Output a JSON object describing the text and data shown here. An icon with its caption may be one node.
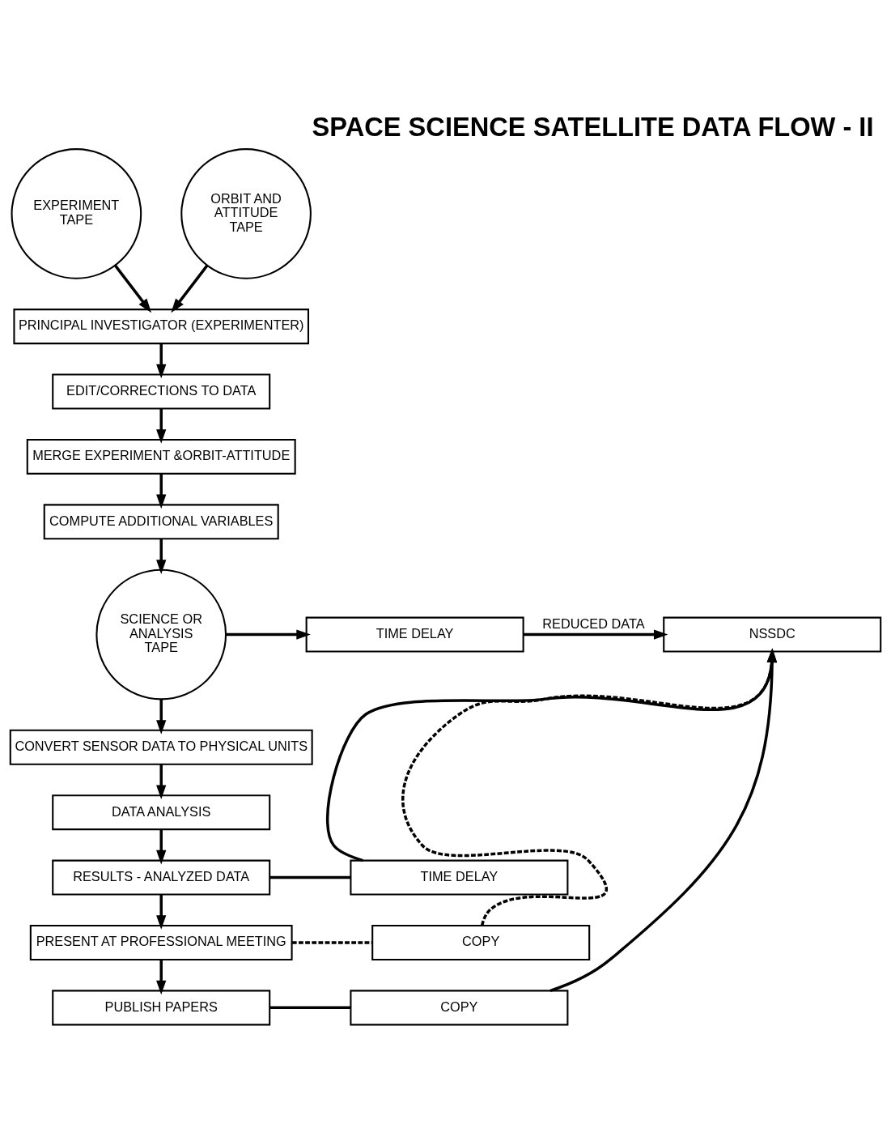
{
  "diagram": {
    "title": "SPACE SCIENCE SATELLITE DATA FLOW - II",
    "nodes": [
      {
        "text": [
          "EXPERIMENT TAPE"
        ]
      },
      {
        "text": [
          "ORBIT AND ATTITUDE TAPE"
        ]
      },
      {
        "text": [
          "PRINCIPAL INVESTIGATOR (EXPERIMENTER)"
        ]
      },
      {
        "text": [
          "EDIT/CORRECTIONS TO DATA"
        ]
      },
      {
        "text": [
          "MERGE EXPERIMENT &ORBIT-ATTITUDE"
        ]
      },
      {
        "text": [
          "COMPUTE ADDITIONAL VARIABLES"
        ]
      },
      {
        "text": [
          "SCIENCE OR ANALYSIS TAPE"
        ]
      },
      {
        "text": [
          "TIME DELAY"
        ]
      },
      {
        "text": [
          "NSSDC"
        ]
      },
      {
        "text": [
          "CONVERT SENSOR DATA TO PHYSICAL UNITS"
        ]
      },
      {
        "text": [
          "DATA ANALYSIS"
        ]
      },
      {
        "text": [
          "RESULTS - ANALYZED DATA"
        ]
      },
      {
        "text": [
          "TIME DELAY"
        ]
      },
      {
        "text": [
          "PRESENT AT PROFESSIONAL MEETING"
        ]
      },
      {
        "text": [
          "COPY"
        ]
      },
      {
        "text": [
          "PUBLISH PAPERS"
        ]
      },
      {
        "text": [
          "COPY"
        ]
      }
    ],
    "edges": [
      {
        "from": 0,
        "to": 2,
        "arrow": "to"
      },
      {
        "from": 1,
        "to": 2,
        "arrow": "to"
      },
      {
        "from": 2,
        "to": 3,
        "arrow": "to"
      },
      {
        "from": 3,
        "to": 4,
        "arrow": "to"
      },
      {
        "from": 4,
        "to": 5,
        "arrow": "to"
      },
      {
        "from": 5,
        "to": 6,
        "arrow": "to"
      },
      {
        "from": 6,
        "to": 7,
        "arrow": "to"
      },
      {
        "from": 7,
        "to": 8,
        "arrow": "to",
        "label": "REDUCED DATA"
      },
      {
        "from": 6,
        "to": 9,
        "arrow": "to"
      },
      {
        "from": 9,
        "to": 10,
        "arrow": "to"
      },
      {
        "from": 10,
        "to": 11,
        "arrow": "to"
      },
      {
        "from": 11,
        "to": 13,
        "arrow": "to"
      },
      {
        "from": 13,
        "to": 15,
        "arrow": "to"
      },
      {
        "from": 11,
        "to": 12,
        "arrow": "none"
      },
      {
        "from": 12,
        "to": 8,
        "arrow": "to"
      },
      {
        "from": 13,
        "to": 14,
        "arrow": "none",
        "style": "dashed"
      },
      {
        "from": 14,
        "to": 8,
        "arrow": "to",
        "style": "dashed"
      },
      {
        "from": 15,
        "to": 16,
        "arrow": "none"
      },
      {
        "from": 16,
        "to": 8,
        "arrow": "to"
      }
    ]
  }
}
